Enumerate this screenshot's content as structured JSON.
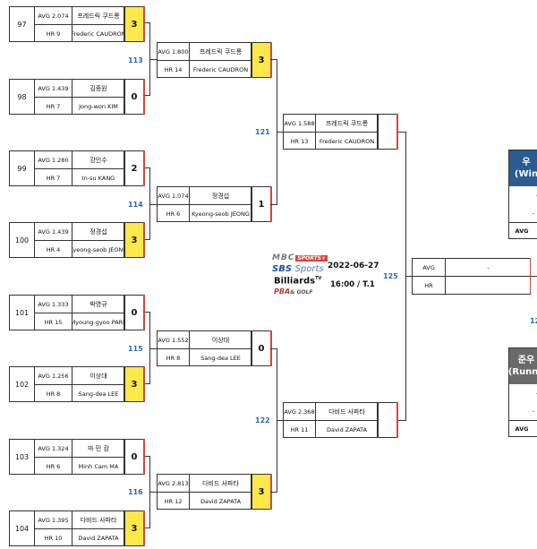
{
  "round1": [
    {
      "seed": "97",
      "avg": "AVG 2.074",
      "name_kr": "프레드릭 쿠드롱",
      "hr": "HR 9",
      "name_en": "Frederic CAUDRON",
      "score": "3",
      "winner": true
    },
    {
      "seed": "98",
      "avg": "AVG 1.439",
      "name_kr": "김종원",
      "hr": "HR 7",
      "name_en": "Jong-won KIM",
      "score": "0",
      "winner": false
    },
    {
      "seed": "99",
      "avg": "AVG 1.280",
      "name_kr": "강인수",
      "hr": "HR 7",
      "name_en": "In-su KANG",
      "score": "2",
      "winner": false
    },
    {
      "seed": "100",
      "avg": "AVG 1.439",
      "name_kr": "정경섭",
      "hr": "HR 4",
      "name_en": "Kyeong-seob JEONG",
      "score": "3",
      "winner": true
    },
    {
      "seed": "101",
      "avg": "AVG 1.333",
      "name_kr": "박영규",
      "hr": "HR 15",
      "name_en": "Myoung-gyoo PARK",
      "score": "0",
      "winner": false
    },
    {
      "seed": "102",
      "avg": "AVG 1.256",
      "name_kr": "이상대",
      "hr": "HR 8",
      "name_en": "Sang-dea LEE",
      "score": "3",
      "winner": true
    },
    {
      "seed": "103",
      "avg": "AVG 1.324",
      "name_kr": "마 민 캄",
      "hr": "HR 6",
      "name_en": "Minh Cam MA",
      "score": "0",
      "winner": false
    },
    {
      "seed": "104",
      "avg": "AVG 1.395",
      "name_kr": "다비드 사파타",
      "hr": "HR 10",
      "name_en": "David ZAPATA",
      "score": "3",
      "winner": true
    }
  ],
  "round2": [
    {
      "avg": "AVG 1.800",
      "name_kr": "프레드릭 쿠드롱",
      "hr": "HR 14",
      "name_en": "Frederic CAUDRON",
      "score": "3",
      "winner": true
    },
    {
      "avg": "AVG 1.074",
      "name_kr": "정경섭",
      "hr": "HR 6",
      "name_en": "Kyeong-seob JEONG",
      "score": "1",
      "winner": false
    },
    {
      "avg": "AVG 1.552",
      "name_kr": "이상대",
      "hr": "HR 8",
      "name_en": "Sang-dea LEE",
      "score": "0",
      "winner": false
    },
    {
      "avg": "AVG 2.813",
      "name_kr": "다비드 사파타",
      "hr": "HR 12",
      "name_en": "David ZAPATA",
      "score": "3",
      "winner": true
    }
  ],
  "round3": [
    {
      "avg": "AVG 1.588",
      "name_kr": "프레드릭 쿠드롱",
      "hr": "HR 13",
      "name_en": "Frederic CAUDRON"
    },
    {
      "avg": "AVG 2.368",
      "name_kr": "다비드 사파타",
      "hr": "HR 11",
      "name_en": "David ZAPATA"
    }
  ],
  "final": {
    "avg": "AVG",
    "name": "-",
    "hr": "HR"
  },
  "match_numbers": {
    "m113": "113",
    "m114": "114",
    "m115": "115",
    "m116": "116",
    "m121": "121",
    "m122": "122",
    "m125": "125",
    "m12x": "12"
  },
  "info": {
    "date": "2022-06-27",
    "time": "16:00 / T.1"
  },
  "broadcasters": {
    "mbc": "MBC",
    "mbc_sub": "SPORTS+",
    "sbs": "SBS",
    "sbs_sub": "Sports",
    "billiards": "Billiards",
    "tv": "TV",
    "pba": "PBA",
    "golf": "& GOLF"
  },
  "winner_box": {
    "title_kr": "우",
    "title_en": "(Win",
    "dash1": "-",
    "dash2": "-",
    "avg": "AVG"
  },
  "runner_box": {
    "title_kr": "준우",
    "title_en": "(Runne",
    "dash1": "-",
    "dash2": "-",
    "avg": "AVG"
  },
  "colors": {
    "winner_fill": "#fde84a",
    "accent_red": "#d9443a",
    "match_blue": "#2a6ab3",
    "winner_head": "#2a5c91",
    "runner_head": "#6a6a6a"
  }
}
